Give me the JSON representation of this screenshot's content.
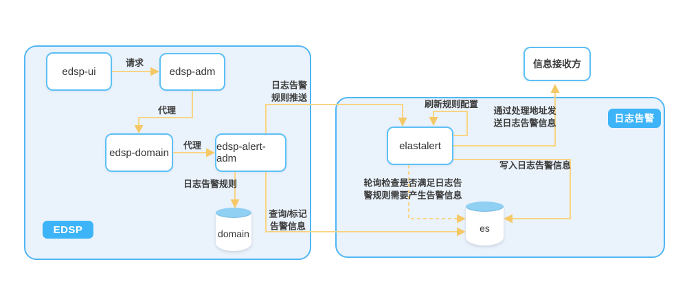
{
  "diagram": {
    "groups": {
      "edsp": {
        "badge": "EDSP"
      },
      "log_alert": {
        "badge": "日志告警"
      }
    },
    "nodes": {
      "edsp_ui": "edsp-ui",
      "edsp_adm": "edsp-adm",
      "edsp_domain": "edsp-domain",
      "edsp_alert_adm": "edsp-alert-adm",
      "elastalert": "elastalert",
      "receiver": "信息接收方",
      "domain_db": "domain",
      "es_db": "es"
    },
    "edge_labels": {
      "request": "请求",
      "proxy1": "代理",
      "proxy2": "代理",
      "log_alert_rule": "日志告警规则",
      "rule_push": "日志告警\n规则推送",
      "refresh_rule": "刷新规则配置",
      "send_via_handler": "通过处理地址发\n送日志告警信息",
      "write_alert": "写入日志告警信息",
      "poll_check": "轮询检查是否满足日志告\n警规则需要产生告警信息",
      "query_mark": "查询/标记\n告警信息"
    },
    "colors": {
      "accent_blue": "#3db4f7",
      "container_border": "#4fb6f4",
      "container_fill": "#eaf2fb",
      "node_border": "#5cc0f6",
      "arrow_line": "#f8d584",
      "arrow_head": "#f5c867",
      "cylinder_top": "#90d0f3",
      "text": "#3a3a3a"
    }
  }
}
